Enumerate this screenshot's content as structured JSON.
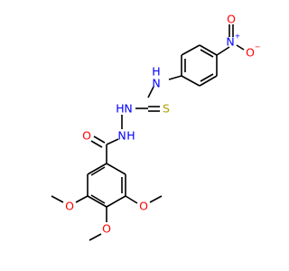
{
  "colors": {
    "bond": "#000000",
    "carbon": "#000000",
    "nitrogen": "#0000ff",
    "oxygen": "#ff0000",
    "sulfur": "#b2a000"
  },
  "atoms": {
    "nitro_n": "N",
    "nitro_n_charge": "+",
    "nitro_o_double": "O",
    "nitro_o_single": "O",
    "nitro_o_single_charge": "−",
    "amine_nh": "N",
    "amine_nh_h": "H",
    "thione_s": "S",
    "hydrazine_nh_upper": "N",
    "hydrazine_nh_upper_h": "H",
    "hydrazine_nh_lower": "N",
    "hydrazine_nh_lower_h": "H",
    "carbonyl_o": "O",
    "methoxy_o_left": "O",
    "methoxy_o_bottom": "O",
    "methoxy_o_right": "O"
  }
}
